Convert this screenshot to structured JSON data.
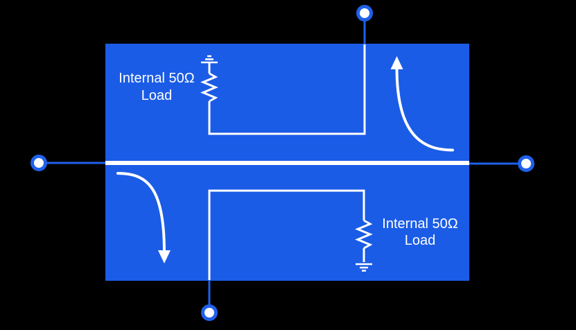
{
  "labels": {
    "top_load": {
      "line1": "Internal 50Ω",
      "line2": "Load"
    },
    "bottom_load": {
      "line1": "Internal 50Ω",
      "line2": "Load"
    }
  },
  "colors": {
    "background": "#000000",
    "block_fill": "#1b5ce6",
    "port_ring": "#1f61ea",
    "wire": "#ffffff"
  }
}
